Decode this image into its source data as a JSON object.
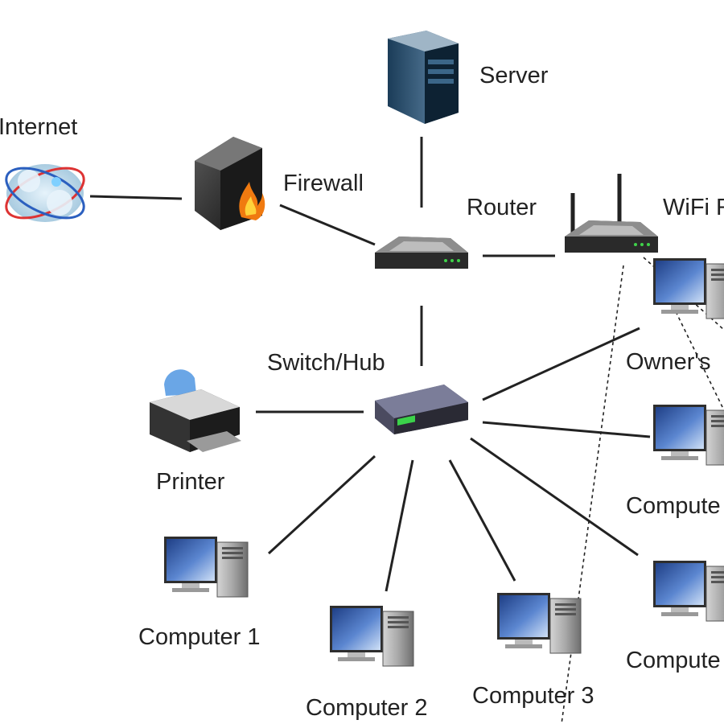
{
  "labels": {
    "internet": "Internet",
    "firewall": "Firewall",
    "server": "Server",
    "router": "Router",
    "wifi": "WiFi R",
    "switch": "Switch/Hub",
    "printer": "Printer",
    "owners": "Owner's",
    "computer_right_1": "Compute",
    "computer_right_2": "Compute",
    "computer1": "Computer 1",
    "computer2": "Computer 2",
    "computer3": "Computer 3"
  },
  "connections": {
    "wired": [
      [
        "internet",
        "firewall"
      ],
      [
        "firewall",
        "router"
      ],
      [
        "server",
        "router"
      ],
      [
        "router",
        "wifi"
      ],
      [
        "router",
        "switch"
      ],
      [
        "switch",
        "printer"
      ],
      [
        "switch",
        "owners_computer"
      ],
      [
        "switch",
        "computer_right_1"
      ],
      [
        "switch",
        "computer_right_2"
      ],
      [
        "switch",
        "computer1"
      ],
      [
        "switch",
        "computer2"
      ],
      [
        "switch",
        "computer3"
      ]
    ],
    "wireless": [
      [
        "wifi",
        "computer3"
      ],
      [
        "wifi",
        "owners_computer"
      ]
    ]
  },
  "colors": {
    "line": "#222222",
    "monitor_screen": "#3a64b0",
    "device_dark": "#2b2b2b",
    "flame": "#f07a10"
  }
}
